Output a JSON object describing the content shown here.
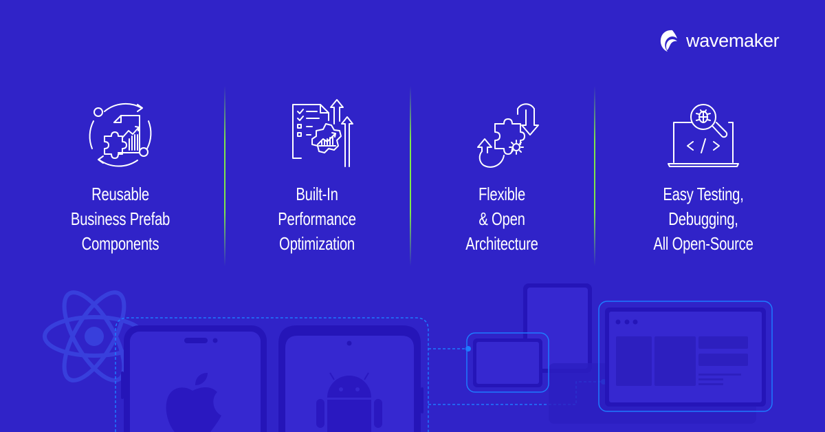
{
  "brand": {
    "name": "wavemaker",
    "logo_icon": "wave-icon",
    "background_color": "#3023C8",
    "accent_divider_color": "#7EE64B",
    "illustration_line_color": "#1E7BFF"
  },
  "features": [
    {
      "icon": "puzzle-document-cycle-icon",
      "label": "Reusable\nBusiness Prefab\nComponents"
    },
    {
      "icon": "checklist-gear-growth-icon",
      "label": "Built-In\nPerformance\nOptimization"
    },
    {
      "icon": "puzzle-gear-arrows-icon",
      "label": "Flexible\n& Open\nArchitecture"
    },
    {
      "icon": "laptop-code-bug-magnifier-icon",
      "label": "Easy Testing,\nDebugging,\nAll Open-Source"
    }
  ],
  "illustration": {
    "elements": [
      "react-logo-icon",
      "iphone-apple-icon",
      "android-phone-icon",
      "tablet-portrait",
      "tablet-landscape",
      "desktop-browser-window"
    ]
  }
}
